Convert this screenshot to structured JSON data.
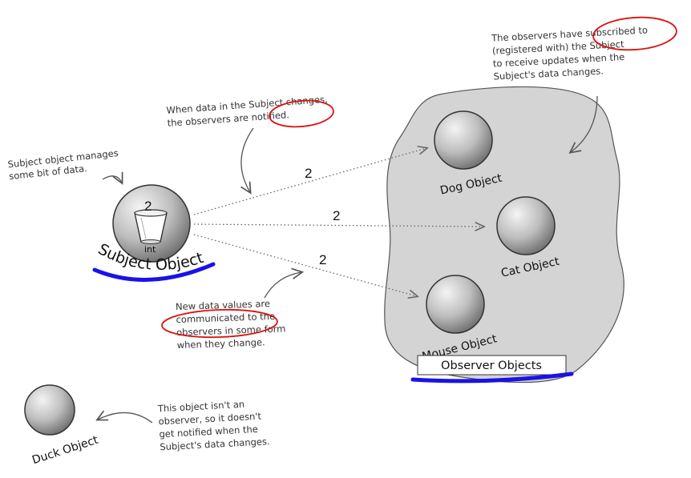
{
  "notes": {
    "subject_manages": [
      "Subject object manages",
      "some bit of data."
    ],
    "data_changes": [
      "When data in the Subject changes,",
      "the observers are notified."
    ],
    "subscribed": [
      "The observers have subscribed to",
      "(registered with) the Subject",
      "to receive updates when the",
      "Subject's data changes."
    ],
    "communicated": [
      "New data values are",
      "communicated to the",
      "observers in some form",
      "when they change."
    ],
    "not_observer": [
      "This object isn't an",
      "observer, so it doesn't",
      "get notified when the",
      "Subject's data changes."
    ]
  },
  "subject": {
    "label": "Subject Object",
    "value": "2",
    "type_label": "int"
  },
  "observers": {
    "group_label": "Observer Objects",
    "dog": "Dog Object",
    "cat": "Cat Object",
    "mouse": "Mouse Object"
  },
  "duck": {
    "label": "Duck Object"
  },
  "messages": {
    "dog": "2",
    "cat": "2",
    "mouse": "2"
  },
  "colors": {
    "highlight_circle": "#dd1111",
    "underline": "#1a12e8",
    "blob_fill": "#d4d4d4",
    "sphere": "#b9b9b9"
  }
}
